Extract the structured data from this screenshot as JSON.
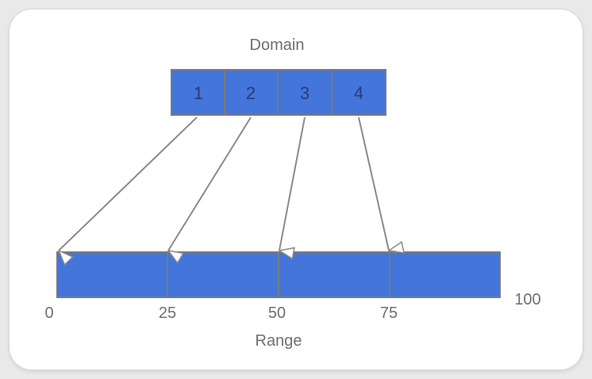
{
  "diagram": {
    "domain_label": "Domain",
    "range_label": "Range",
    "domain_values": [
      "1",
      "2",
      "3",
      "4"
    ],
    "range_ticks": [
      "0",
      "25",
      "50",
      "75"
    ],
    "range_max_label": "100",
    "colors": {
      "fill": "#4375db",
      "border": "#7b7b7b",
      "arrow": "#8a8a8a",
      "cell_text": "#2a3b7a",
      "label_text": "#6f6f6f",
      "background": "#ffffff"
    }
  }
}
